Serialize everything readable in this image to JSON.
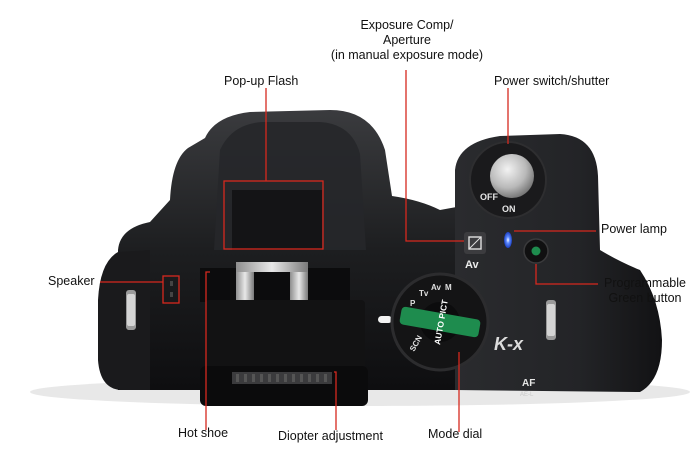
{
  "labels": {
    "popup_flash": "Pop-up Flash",
    "exposure_comp_line1": "Exposure Comp/",
    "exposure_comp_line2": "Aperture",
    "exposure_comp_line3": "(in manual exposure mode)",
    "power_switch": "Power switch/shutter",
    "power_lamp": "Power lamp",
    "programmable_line1": "Programmable",
    "programmable_line2": "Green button",
    "speaker": "Speaker",
    "hot_shoe": "Hot shoe",
    "diopter": "Diopter adjustment",
    "mode_dial": "Mode dial"
  },
  "camera_markings": {
    "off": "OFF",
    "on": "ON",
    "av": "Av",
    "model": "K-x",
    "af": "AF",
    "ae_l": "AE-L",
    "scn": "SCN",
    "auto_pict": "AUTO PICT",
    "dial_letters": [
      "P",
      "Tv",
      "Av",
      "M"
    ]
  },
  "colors": {
    "callout_line": "#d6281e",
    "camera_body": "#1c1c1e",
    "power_lamp": "#2f6bff",
    "green_button": "#1e8c4e"
  }
}
